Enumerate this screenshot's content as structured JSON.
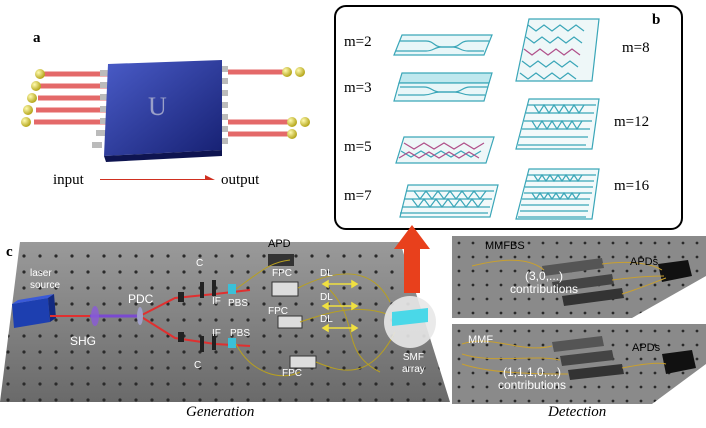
{
  "panel_a": {
    "label": "a",
    "chip_label": "U",
    "input_label": "input",
    "output_label": "output"
  },
  "panel_b": {
    "label": "b",
    "modes": [
      "m=2",
      "m=3",
      "m=5",
      "m=7",
      "m=8",
      "m=12",
      "m=16"
    ]
  },
  "panel_c": {
    "label": "c",
    "laser_source": "laser\nsource",
    "shg": "SHG",
    "pdc": "PDC",
    "c_top": "C",
    "c_bottom": "C",
    "if_top": "IF",
    "if_bottom": "IF",
    "pbs_top": "PBS",
    "pbs_bottom": "PBS",
    "apd": "APD",
    "fpc_top": "FPC",
    "fpc_mid": "FPC",
    "fpc_bottom": "FPC",
    "dl1": "DL",
    "dl2": "DL",
    "dl3": "DL",
    "smf": "SMF\narray",
    "caption_generation": "Generation"
  },
  "detection": {
    "top_splitter": "MMFBS",
    "top_apds": "APDs",
    "top_contrib": "(3,0,...)\ncontributions",
    "bottom_mmf": "MMF",
    "bottom_apds": "APDs",
    "bottom_contrib": "(1,1,1,0,...)\ncontributions",
    "caption_detection": "Detection"
  },
  "colors": {
    "chip": "#2b3a9a",
    "beam": "#e03030",
    "arrow_red": "#e8401c",
    "waveguide": "#3aa6b8",
    "table": "#7d7d7d"
  }
}
